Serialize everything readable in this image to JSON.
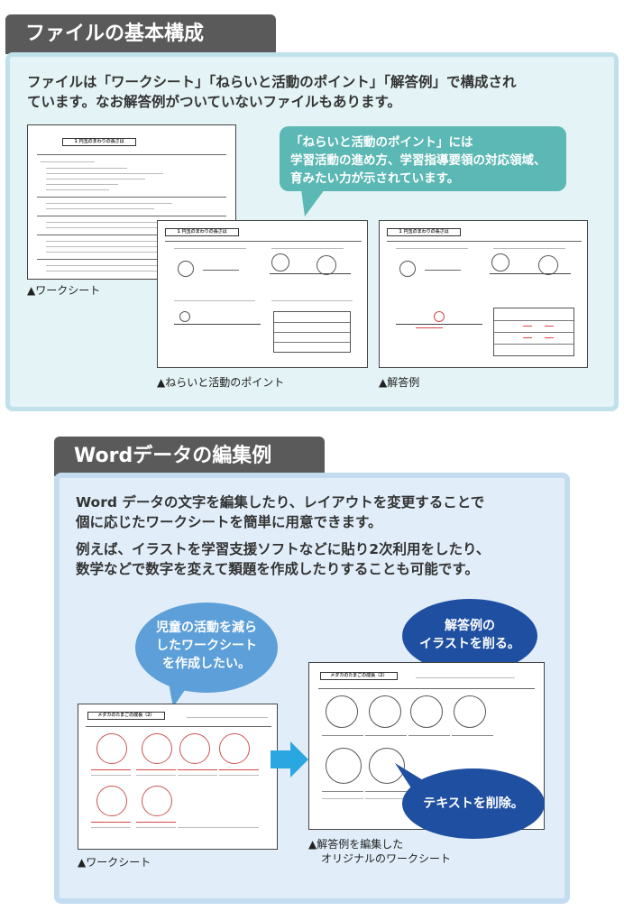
{
  "section1": {
    "title": "ファイルの基本構成",
    "desc_line1": "ファイルは「ワークシート」「ねらいと活動のポイント」「解答例」で構成され",
    "desc_line2": "ています。なお解答例がついていないファイルもあります。",
    "bubble_line1": "「ねらいと活動のポイント」には",
    "bubble_line2": "学習活動の進め方、学習指導要領の対応領域、",
    "bubble_line3": "育みたい力が示されています。",
    "doc_title": "1 円玉のまわりの長さは",
    "captions": {
      "worksheet": "▲ワークシート",
      "points": "▲ねらいと活動のポイント",
      "answer": "▲解答例"
    }
  },
  "section2": {
    "title": "Wordデータの編集例",
    "desc_line1": "Word データの文字を編集したり、レイアウトを変更することで",
    "desc_line2": "個に応じたワークシートを簡単に用意できます。",
    "desc_line3": "例えば、イラストを学習支援ソフトなどに貼り2次利用をしたり、",
    "desc_line4": "数学などで数字を変えて類題を作成したりすることも可能です。",
    "bubble_left_line1": "児童の活動を減ら",
    "bubble_left_line2": "したワークシート",
    "bubble_left_line3": "を作成したい。",
    "bubble_top_line1": "解答例の",
    "bubble_top_line2": "イラストを削る。",
    "bubble_bottom": "テキストを削除。",
    "doc_title": "メダカのたまごの成長（2）",
    "captions": {
      "worksheet": "▲ワークシート",
      "edited_line1": "▲解答例を編集した",
      "edited_line2": "オリジナルのワークシート"
    }
  },
  "colors": {
    "tab": "#5a5a5a",
    "panel1": "#e4f3f6",
    "panel2": "#e1eef9",
    "teal": "#5cb8b4",
    "blue": "#5d9fd8",
    "navy": "#1f4fa0",
    "arrow": "#2aa7e0"
  }
}
